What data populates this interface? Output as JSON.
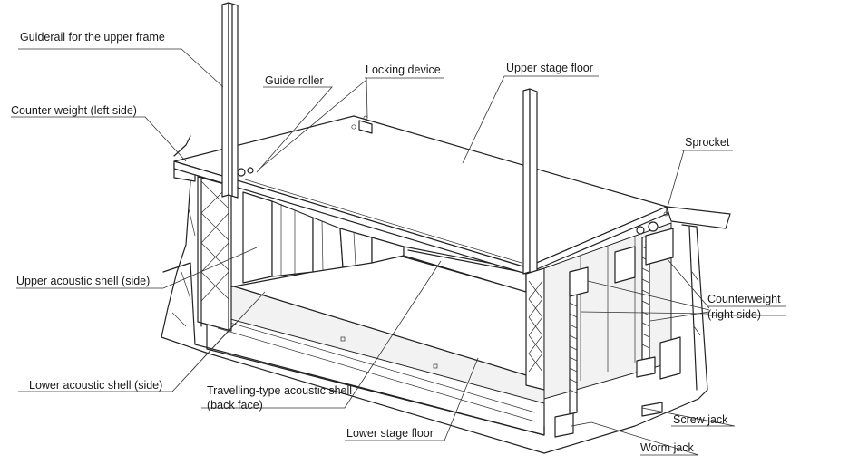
{
  "labels": {
    "guiderail_upper_frame": "Guiderail for the upper frame",
    "guide_roller": "Guide roller",
    "locking_device": "Locking device",
    "upper_stage_floor": "Upper stage floor",
    "counter_weight_left": "Counter weight (left side)",
    "sprocket": "Sprocket",
    "counterweight_right_line1": "Counterweight",
    "counterweight_right_line2": "(right side)",
    "upper_acoustic_shell_side": "Upper acoustic shell (side)",
    "lower_acoustic_shell_side": "Lower acoustic shell (side)",
    "travelling_shell_line1": "Travelling-type acoustic shell",
    "travelling_shell_line2": "(back face)",
    "lower_stage_floor": "Lower stage floor",
    "screw_jack": "Screw jack",
    "worm_jack": "Worm jack"
  }
}
